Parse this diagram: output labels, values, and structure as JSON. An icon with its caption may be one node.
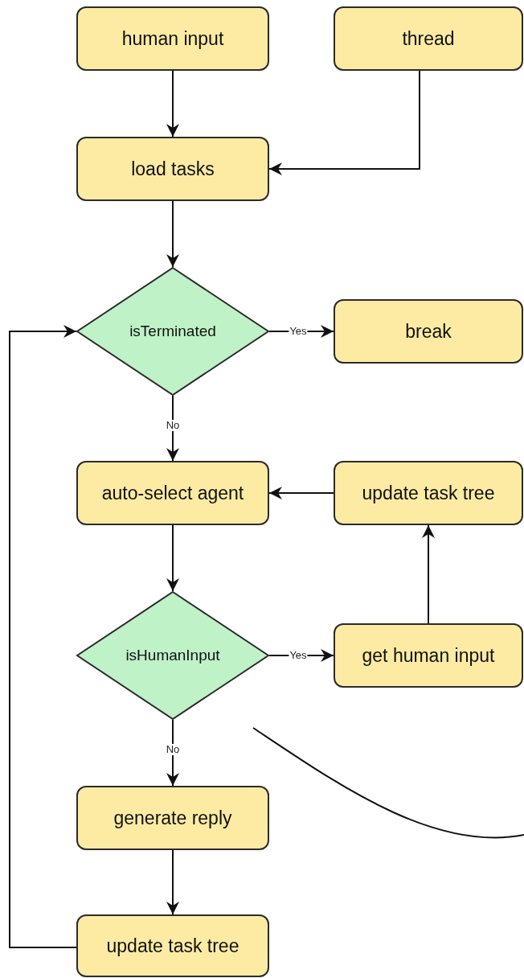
{
  "diagram": {
    "nodes": [
      {
        "text": [
          "human input"
        ]
      },
      {
        "text": [
          "thread"
        ]
      },
      {
        "text": [
          "load tasks"
        ]
      },
      {
        "text": [
          "isTerminated"
        ]
      },
      {
        "text": [
          "break"
        ]
      },
      {
        "text": [
          "auto-select agent"
        ]
      },
      {
        "text": [
          "update task tree"
        ]
      },
      {
        "text": [
          "isHumanInput"
        ]
      },
      {
        "text": [
          "get human input"
        ]
      },
      {
        "text": [
          "generate reply"
        ]
      },
      {
        "text": [
          "update task tree"
        ]
      }
    ],
    "edges": [
      {
        "from": 0,
        "to": 2,
        "arrow": "to"
      },
      {
        "from": 1,
        "to": 2,
        "arrow": "to"
      },
      {
        "from": 2,
        "to": 3,
        "arrow": "to"
      },
      {
        "from": 3,
        "to": 4,
        "arrow": "to",
        "label": "Yes"
      },
      {
        "from": 3,
        "to": 5,
        "arrow": "to",
        "label": "No"
      },
      {
        "from": 6,
        "to": 5,
        "arrow": "to"
      },
      {
        "from": 5,
        "to": 7,
        "arrow": "to"
      },
      {
        "from": 7,
        "to": 8,
        "arrow": "to",
        "label": "Yes"
      },
      {
        "from": 8,
        "to": 6,
        "arrow": "to"
      },
      {
        "from": 7,
        "to": 9,
        "arrow": "to",
        "label": "No"
      },
      {
        "from": 9,
        "to": 10,
        "arrow": "to"
      },
      {
        "from": 10,
        "to": 3,
        "arrow": "to"
      }
    ]
  }
}
